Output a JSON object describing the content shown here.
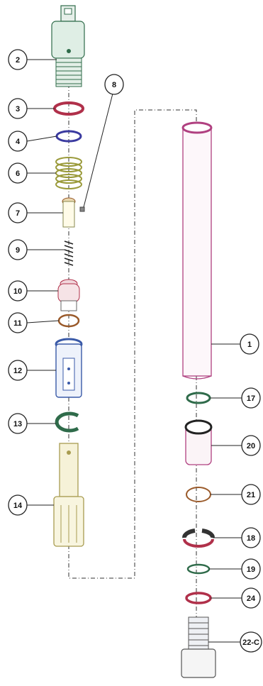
{
  "callouts": [
    {
      "id": "c2",
      "label": "2"
    },
    {
      "id": "c3",
      "label": "3"
    },
    {
      "id": "c4",
      "label": "4"
    },
    {
      "id": "c6",
      "label": "6"
    },
    {
      "id": "c7",
      "label": "7"
    },
    {
      "id": "c8",
      "label": "8"
    },
    {
      "id": "c9",
      "label": "9"
    },
    {
      "id": "c10",
      "label": "10"
    },
    {
      "id": "c11",
      "label": "11"
    },
    {
      "id": "c12",
      "label": "12"
    },
    {
      "id": "c13",
      "label": "13"
    },
    {
      "id": "c14",
      "label": "14"
    },
    {
      "id": "c1",
      "label": "1"
    },
    {
      "id": "c17",
      "label": "17"
    },
    {
      "id": "c20",
      "label": "20"
    },
    {
      "id": "c21",
      "label": "21"
    },
    {
      "id": "c18",
      "label": "18"
    },
    {
      "id": "c19",
      "label": "19"
    },
    {
      "id": "c24",
      "label": "24"
    },
    {
      "id": "c22",
      "label": "22-C"
    }
  ],
  "colors": {
    "green_part": "#2f6b4a",
    "yellow_part": "#c9c07a",
    "red_ring": "#b0304a",
    "blue_ring": "#3a3aa0",
    "blue_part": "#3a5aa8",
    "brown_ring": "#9a5a2a",
    "pink_tube": "#b04080",
    "gray_part": "#777777"
  }
}
